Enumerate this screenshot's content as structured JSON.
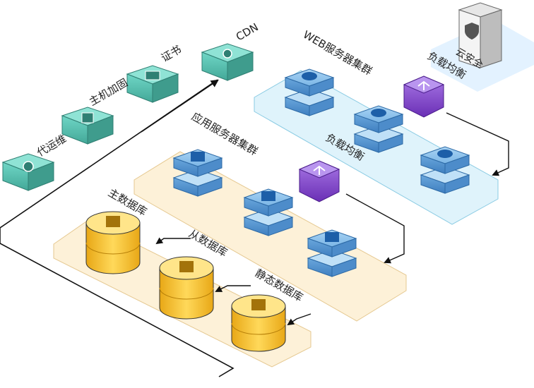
{
  "labels": {
    "ops": "代运维",
    "host_hardening": "主机加固",
    "certificate": "证书",
    "cdn": "CDN",
    "web_cluster": "WEB服务器集群",
    "load_balancer_top": "负载均衡",
    "cloud_security": "云安全",
    "app_cluster": "应用服务器集群",
    "load_balancer_mid": "负载均衡",
    "master_db": "主数据库",
    "slave_db": "从数据库",
    "static_db": "静态数据库"
  },
  "colors": {
    "teal_box": "#5fc7b7",
    "web_platform": "#dff3fb",
    "app_platform": "#fdf1d8",
    "server_blue": "#6aa7dc",
    "balancer_purple": "#7b3fc4",
    "db_gold": "#f2b922"
  }
}
